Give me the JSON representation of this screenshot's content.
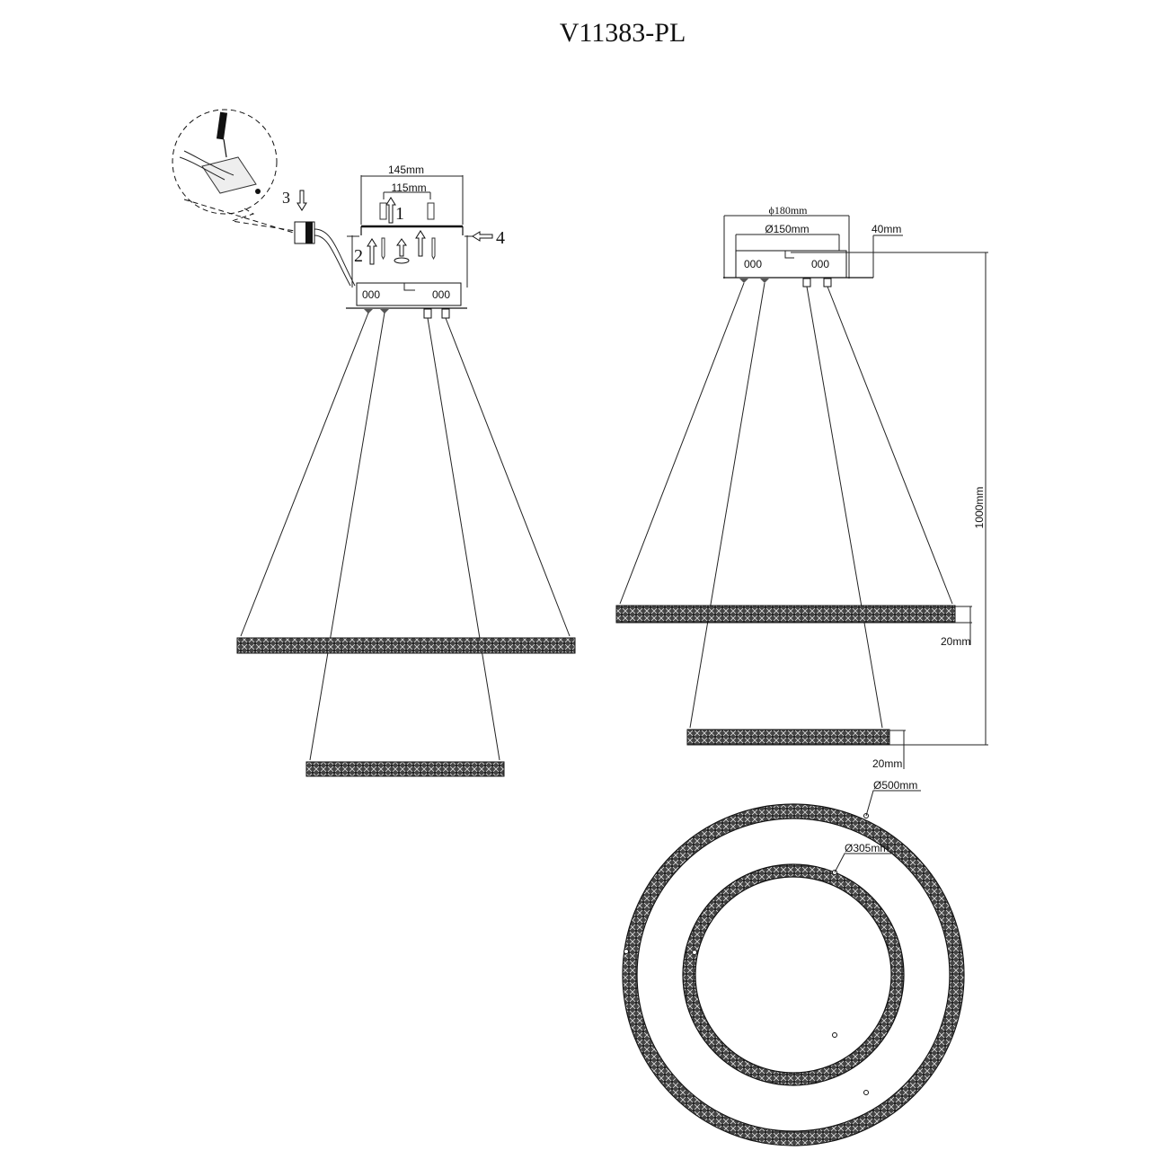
{
  "title": "V11383-PL",
  "side_view_left": {
    "dim_plate_width": "145mm",
    "dim_hole_spacing": "115mm",
    "steps": [
      "1",
      "2",
      "3",
      "4"
    ],
    "canopy_marks": "000"
  },
  "side_view_right": {
    "dim_canopy_outer": "ϕ180mm",
    "dim_canopy_inner": "Ø150mm",
    "dim_canopy_height": "40mm",
    "dim_drop": "1000mm",
    "dim_ring_upper_height": "20mm",
    "dim_ring_lower_height": "20mm",
    "canopy_marks": "000"
  },
  "plan_view": {
    "dim_outer_ring": "Ø500mm",
    "dim_inner_ring": "Ø305mm"
  }
}
